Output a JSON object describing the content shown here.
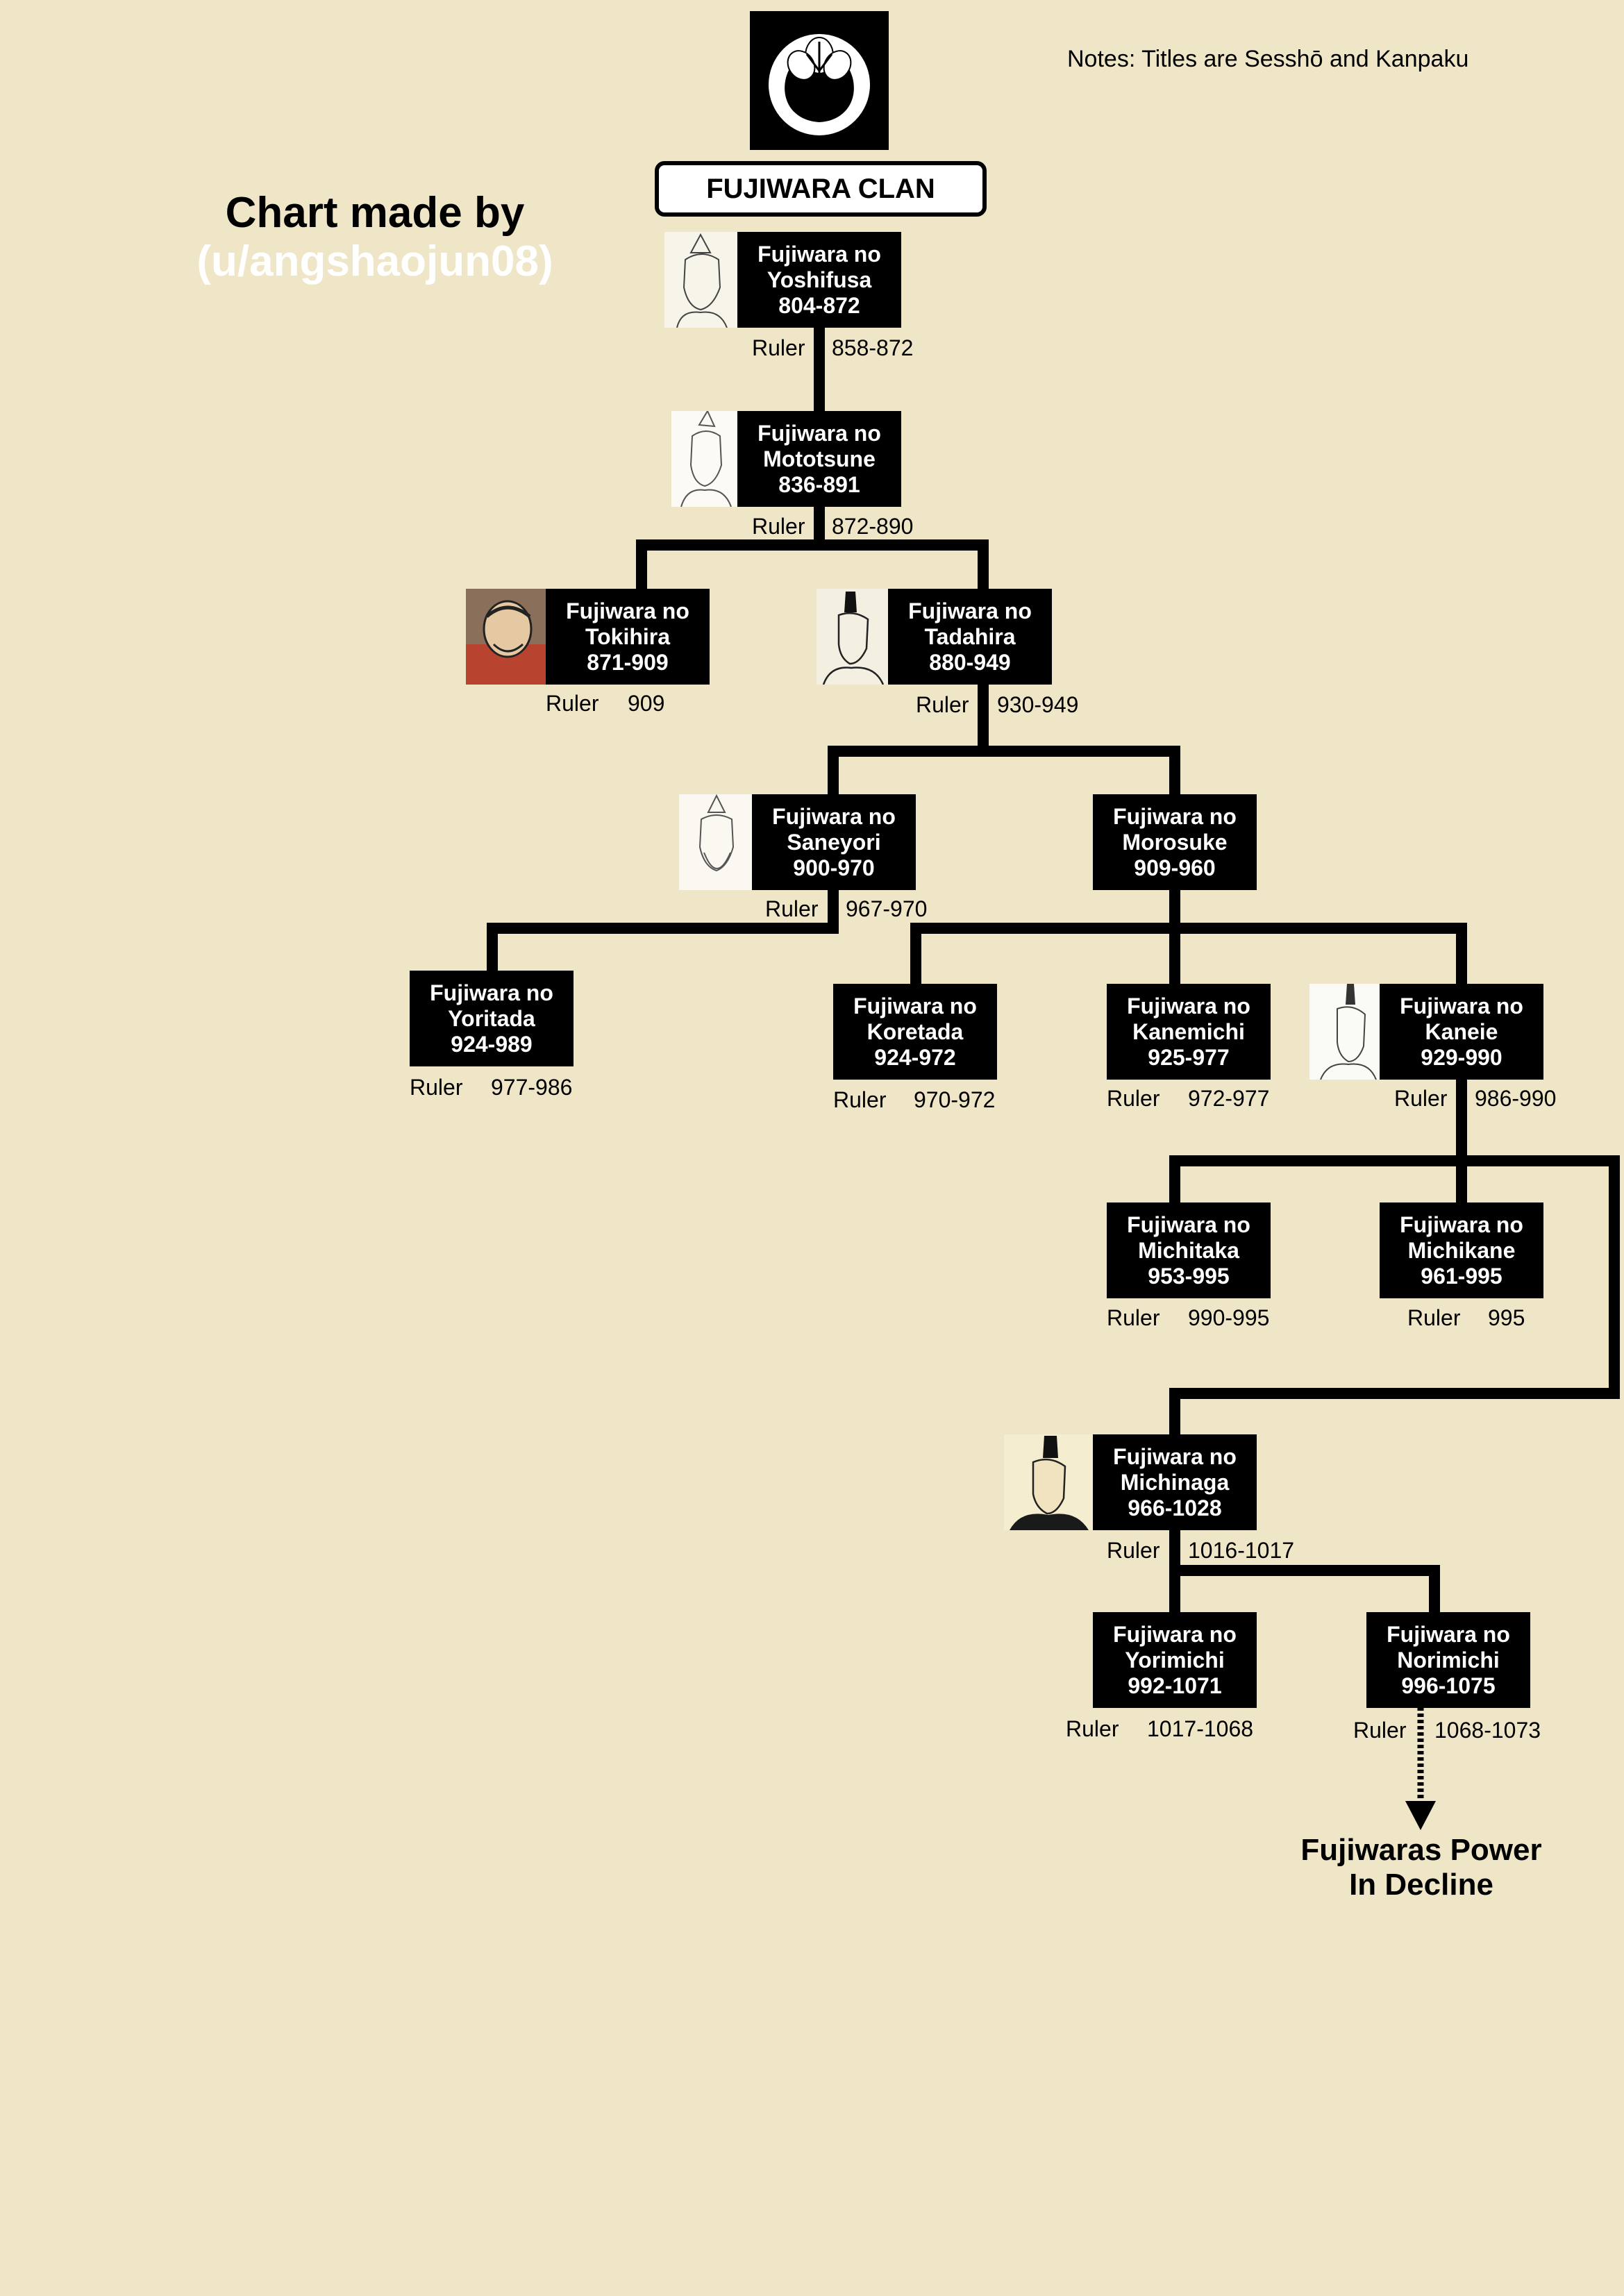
{
  "notes": "Notes: Titles are Sesshō and Kanpaku",
  "credit": {
    "line1": "Chart made by",
    "line2": "(u/angshaojun08)"
  },
  "clan_title": "FUJIWARA CLAN",
  "decline": {
    "line1": "Fujiwaras Power",
    "line2": "In Decline"
  },
  "colors": {
    "background": "#efe6c8",
    "box": "#000000",
    "box_text": "#ffffff",
    "credit_handle": "#ffffff"
  },
  "members": [
    {
      "prefix": "Fujiwara no",
      "name": "Yoshifusa",
      "years": "804-872",
      "ruler_label": "Ruler",
      "ruler_years": "858-872"
    },
    {
      "prefix": "Fujiwara no",
      "name": "Mototsune",
      "years": "836-891",
      "ruler_label": "Ruler",
      "ruler_years": "872-890"
    },
    {
      "prefix": "Fujiwara no",
      "name": "Tokihira",
      "years": "871-909",
      "ruler_label": "Ruler",
      "ruler_years": "909"
    },
    {
      "prefix": "Fujiwara no",
      "name": "Tadahira",
      "years": "880-949",
      "ruler_label": "Ruler",
      "ruler_years": "930-949"
    },
    {
      "prefix": "Fujiwara no",
      "name": "Saneyori",
      "years": "900-970",
      "ruler_label": "Ruler",
      "ruler_years": "967-970"
    },
    {
      "prefix": "Fujiwara no",
      "name": "Morosuke",
      "years": "909-960"
    },
    {
      "prefix": "Fujiwara no",
      "name": "Yoritada",
      "years": "924-989",
      "ruler_label": "Ruler",
      "ruler_years": "977-986"
    },
    {
      "prefix": "Fujiwara no",
      "name": "Koretada",
      "years": "924-972",
      "ruler_label": "Ruler",
      "ruler_years": "970-972"
    },
    {
      "prefix": "Fujiwara no",
      "name": "Kanemichi",
      "years": "925-977",
      "ruler_label": "Ruler",
      "ruler_years": "972-977"
    },
    {
      "prefix": "Fujiwara no",
      "name": "Kaneie",
      "years": "929-990",
      "ruler_label": "Ruler",
      "ruler_years": "986-990"
    },
    {
      "prefix": "Fujiwara no",
      "name": "Michitaka",
      "years": "953-995",
      "ruler_label": "Ruler",
      "ruler_years": "990-995"
    },
    {
      "prefix": "Fujiwara no",
      "name": "Michikane",
      "years": "961-995",
      "ruler_label": "Ruler",
      "ruler_years": "995"
    },
    {
      "prefix": "Fujiwara no",
      "name": "Michinaga",
      "years": "966-1028",
      "ruler_label": "Ruler",
      "ruler_years": "1016-1017"
    },
    {
      "prefix": "Fujiwara no",
      "name": "Yorimichi",
      "years": "992-1071",
      "ruler_label": "Ruler",
      "ruler_years": "1017-1068"
    },
    {
      "prefix": "Fujiwara no",
      "name": "Norimichi",
      "years": "996-1075",
      "ruler_label": "Ruler",
      "ruler_years": "1068-1073"
    }
  ]
}
